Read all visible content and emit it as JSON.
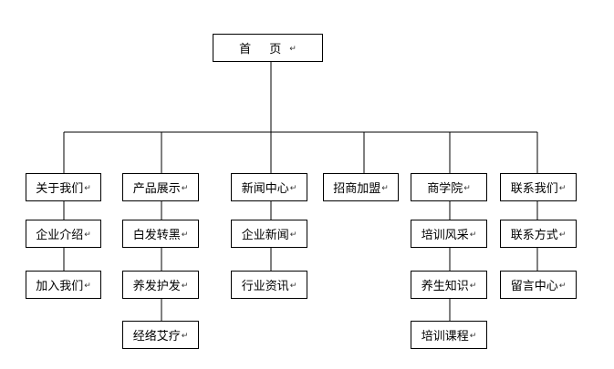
{
  "diagram": {
    "paragraph_mark": "↵",
    "root": {
      "label": "首 页"
    },
    "columns": [
      {
        "label": "关于我们",
        "children": [
          "企业介绍",
          "加入我们"
        ]
      },
      {
        "label": "产品展示",
        "children": [
          "白发转黑",
          "养发护发",
          "经络艾疗"
        ]
      },
      {
        "label": "新闻中心",
        "children": [
          "企业新闻",
          "行业资讯"
        ]
      },
      {
        "label": "招商加盟",
        "children": []
      },
      {
        "label": "商学院",
        "children": [
          "培训风采",
          "养生知识",
          "培训课程"
        ]
      },
      {
        "label": "联系我们",
        "children": [
          "联系方式",
          "留言中心"
        ]
      }
    ]
  }
}
